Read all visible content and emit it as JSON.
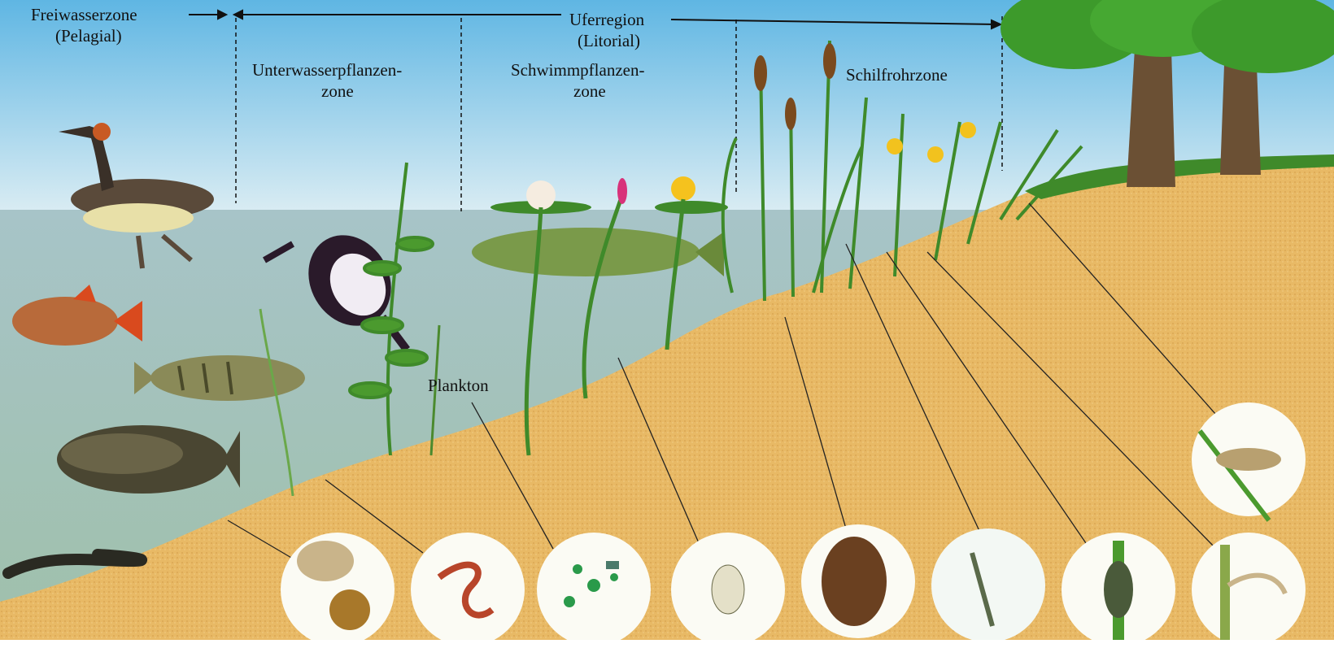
{
  "labels": {
    "freiwasser_line1": "Freiwasserzone",
    "freiwasser_line2": "(Pelagial)",
    "ufer_line1": "Uferregion",
    "ufer_line2": "(Litorial)",
    "unterwasser_line1": "Unterwasserpflanzen-",
    "unterwasser_line2": "zone",
    "schwimm_line1": "Schwimmpflanzen-",
    "schwimm_line2": "zone",
    "schilf": "Schilfrohrzone",
    "plankton": "Plankton"
  },
  "organisms": {
    "animals": [
      "grebe-icon",
      "coot-icon",
      "redfin-fish-icon",
      "perch-icon",
      "carp-icon",
      "eel-icon",
      "pike-icon"
    ],
    "plants": [
      "pondweed-icon",
      "water-lily-icon",
      "yellow-pond-lily-icon",
      "arrowhead-icon",
      "cattail-icon",
      "reed-icon",
      "iris-icon",
      "tree-icon"
    ],
    "insets": [
      "mussel-snail-icon",
      "worm-icon",
      "plankton-icon",
      "water-flea-icon",
      "pond-snail-icon",
      "mosquito-larva-icon",
      "snail-eggs-icon",
      "caddisfly-icon",
      "reed-warbler-icon"
    ]
  },
  "colors": {
    "sky": "#cfe6f2",
    "water": "#b6cfcc",
    "sand": "#e9bb67",
    "plant_green": "#3f8a2a",
    "tree_leaves": "#3d9a2b"
  }
}
